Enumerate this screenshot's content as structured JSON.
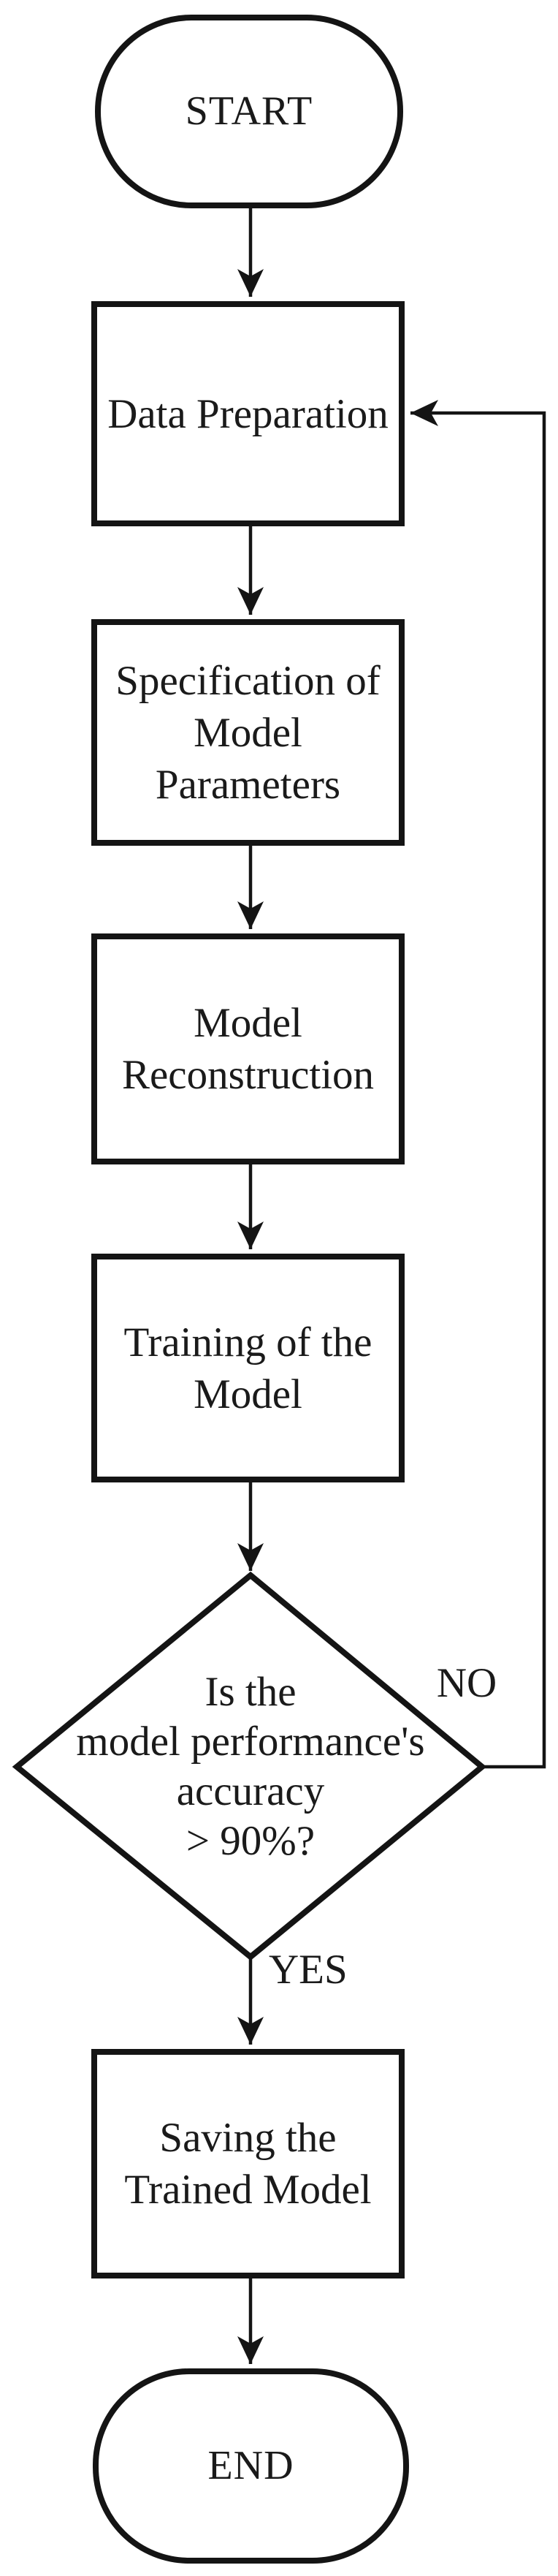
{
  "flowchart": {
    "colors": {
      "stroke": "#141414",
      "fill": "#ffffff",
      "text": "#1a1a1a",
      "background": "#ffffff"
    },
    "nodes": {
      "start": {
        "type": "terminator",
        "label": "START"
      },
      "data_preparation": {
        "type": "process",
        "label": "Data Preparation"
      },
      "specification": {
        "type": "process",
        "lines": [
          "Specification of",
          "Model",
          "Parameters"
        ]
      },
      "reconstruction": {
        "type": "process",
        "lines": [
          "Model",
          "Reconstruction"
        ]
      },
      "training": {
        "type": "process",
        "lines": [
          "Training of the",
          "Model"
        ]
      },
      "decision": {
        "type": "decision",
        "lines": [
          "Is the",
          "model performance's",
          "accuracy",
          "> 90%?"
        ]
      },
      "saving": {
        "type": "process",
        "lines": [
          "Saving the",
          "Trained Model"
        ]
      },
      "end": {
        "type": "terminator",
        "label": "END"
      }
    },
    "edge_labels": {
      "no": "NO",
      "yes": "YES"
    },
    "edges": [
      {
        "from": "start",
        "to": "data_preparation",
        "label": ""
      },
      {
        "from": "data_preparation",
        "to": "specification",
        "label": ""
      },
      {
        "from": "specification",
        "to": "reconstruction",
        "label": ""
      },
      {
        "from": "reconstruction",
        "to": "training",
        "label": ""
      },
      {
        "from": "training",
        "to": "decision",
        "label": ""
      },
      {
        "from": "decision",
        "to": "saving",
        "label": "YES"
      },
      {
        "from": "decision",
        "to": "data_preparation",
        "label": "NO"
      },
      {
        "from": "saving",
        "to": "end",
        "label": ""
      }
    ]
  }
}
